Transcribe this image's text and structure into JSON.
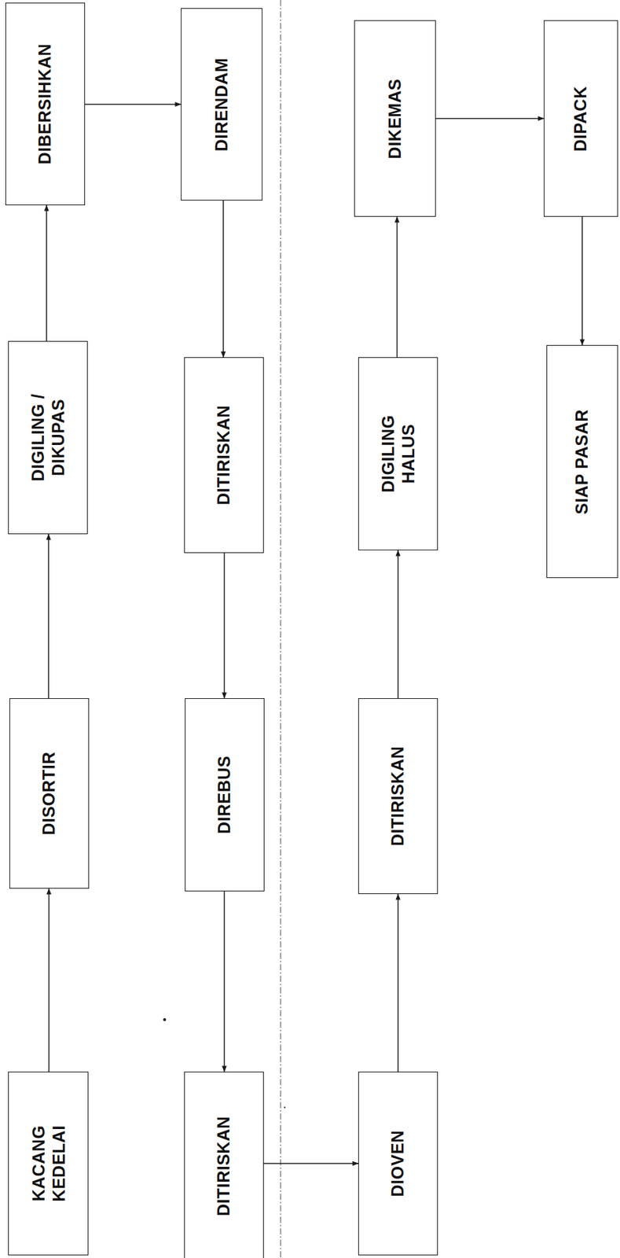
{
  "diagram": {
    "nodes": [
      {
        "text": [
          "KACANG KEDELAI"
        ]
      },
      {
        "text": [
          "DISORTIR"
        ]
      },
      {
        "text": [
          "DIGILING / DIKUPAS"
        ]
      },
      {
        "text": [
          "DIBERSIHKAN"
        ]
      },
      {
        "text": [
          "DIRENDAM"
        ]
      },
      {
        "text": [
          "DITIRISKAN"
        ]
      },
      {
        "text": [
          "DIREBUS"
        ]
      },
      {
        "text": [
          "DITIRISKAN"
        ]
      },
      {
        "text": [
          "DIOVEN"
        ]
      },
      {
        "text": [
          "DITIRISKAN"
        ]
      },
      {
        "text": [
          "DIGILING HALUS"
        ]
      },
      {
        "text": [
          "DIKEMAS"
        ]
      },
      {
        "text": [
          "DIPACK"
        ]
      },
      {
        "text": [
          "SIAP PASAR"
        ]
      }
    ],
    "edges": [
      {
        "from": 0,
        "to": 1,
        "arrow": "to"
      },
      {
        "from": 1,
        "to": 2,
        "arrow": "to"
      },
      {
        "from": 2,
        "to": 3,
        "arrow": "to"
      },
      {
        "from": 3,
        "to": 4,
        "arrow": "to"
      },
      {
        "from": 4,
        "to": 5,
        "arrow": "to"
      },
      {
        "from": 5,
        "to": 6,
        "arrow": "to"
      },
      {
        "from": 6,
        "to": 7,
        "arrow": "to"
      },
      {
        "from": 7,
        "to": 8,
        "arrow": "to"
      },
      {
        "from": 8,
        "to": 9,
        "arrow": "to"
      },
      {
        "from": 9,
        "to": 10,
        "arrow": "to"
      },
      {
        "from": 10,
        "to": 11,
        "arrow": "to"
      },
      {
        "from": 11,
        "to": 12,
        "arrow": "to"
      },
      {
        "from": 12,
        "to": 13,
        "arrow": "to"
      }
    ]
  }
}
